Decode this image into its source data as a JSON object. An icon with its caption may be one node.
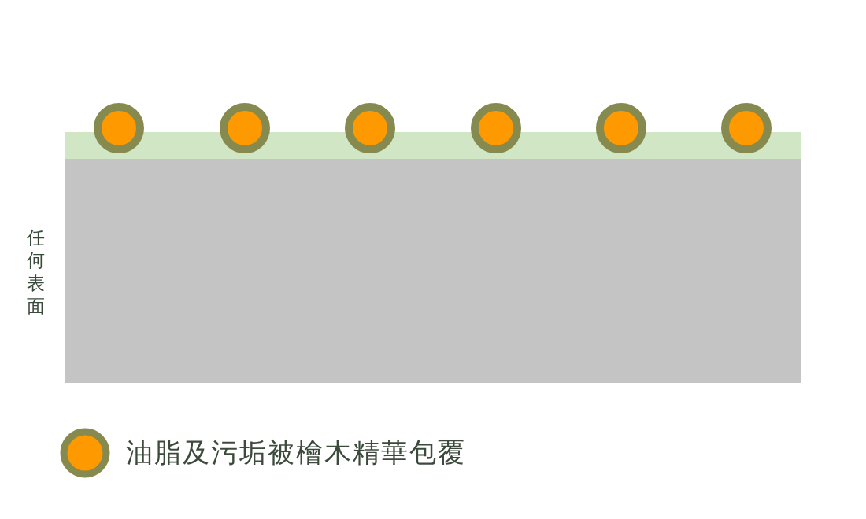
{
  "diagram": {
    "nodes": [
      {
        "text": [],
        "shape": "bar"
      },
      {
        "text": [
          "任何表面"
        ]
      }
    ],
    "legend": [
      {
        "text": "油脂及污垢被檜木精華包覆"
      }
    ]
  }
}
